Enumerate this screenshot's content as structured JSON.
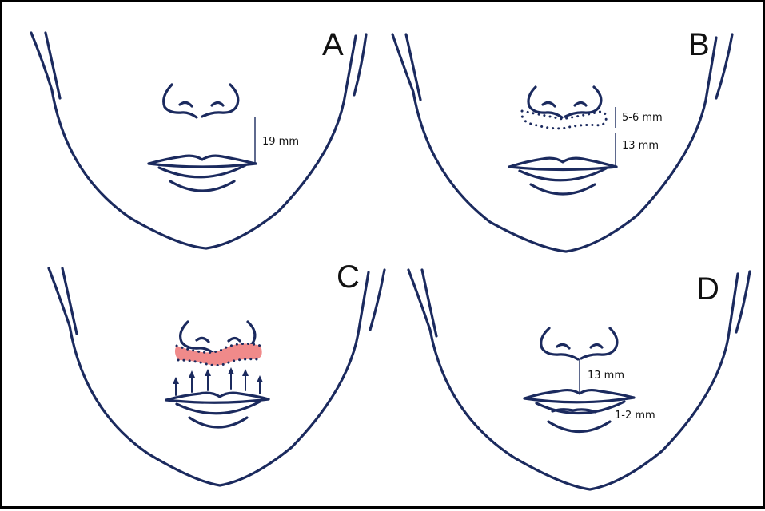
{
  "panels": {
    "a": {
      "letter": "A",
      "measurements": [
        "19 mm"
      ]
    },
    "b": {
      "letter": "B",
      "measurements": [
        "5-6 mm",
        "13 mm"
      ]
    },
    "c": {
      "letter": "C",
      "measurements": []
    },
    "d": {
      "letter": "D",
      "measurements": [
        "13 mm",
        "1-2 mm"
      ]
    }
  },
  "colors": {
    "line": "#1b2a5e",
    "excised_area": "#f08a8a",
    "frame": "#000000"
  }
}
